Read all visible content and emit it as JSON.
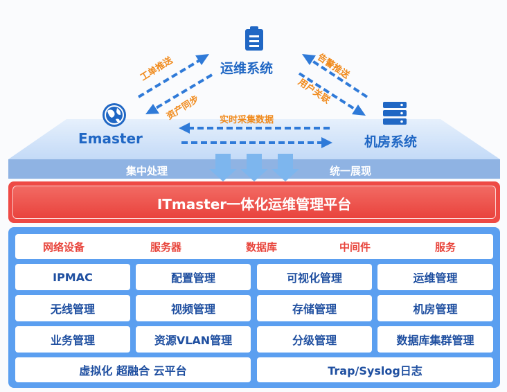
{
  "nodes": {
    "ops_system": "运维系统",
    "emaster": "Emaster",
    "machine_room": "机房系统"
  },
  "arrows": {
    "ticket_push": "工单推送",
    "asset_sync": "资产同步",
    "alert_push": "告警推送",
    "user_link": "用户关联",
    "realtime_collect": "实时采集数据"
  },
  "band": {
    "left": "集中处理",
    "right": "统一展现"
  },
  "platform_title": "ITmaster一体化运维管理平台",
  "categories": [
    "网络设备",
    "服务器",
    "数据库",
    "中间件",
    "服务"
  ],
  "modules": [
    [
      "IPMAC",
      "配置管理",
      "可视化管理",
      "运维管理"
    ],
    [
      "无线管理",
      "视频管理",
      "存储管理",
      "机房管理"
    ],
    [
      "业务管理",
      "资源VLAN管理",
      "分级管理",
      "数据库集群管理"
    ]
  ],
  "bottom_row": [
    "虚拟化 超融合 云平台",
    "Trap/Syslog日志"
  ],
  "colors": {
    "blue": "#2067c4",
    "orange": "#f08a1c",
    "red_bar": "#ee4a45",
    "panel_blue": "#5b9ff0",
    "category_red": "#e8453c"
  },
  "icons": [
    "clipboard-icon",
    "globe-icon",
    "server-stack-icon"
  ]
}
